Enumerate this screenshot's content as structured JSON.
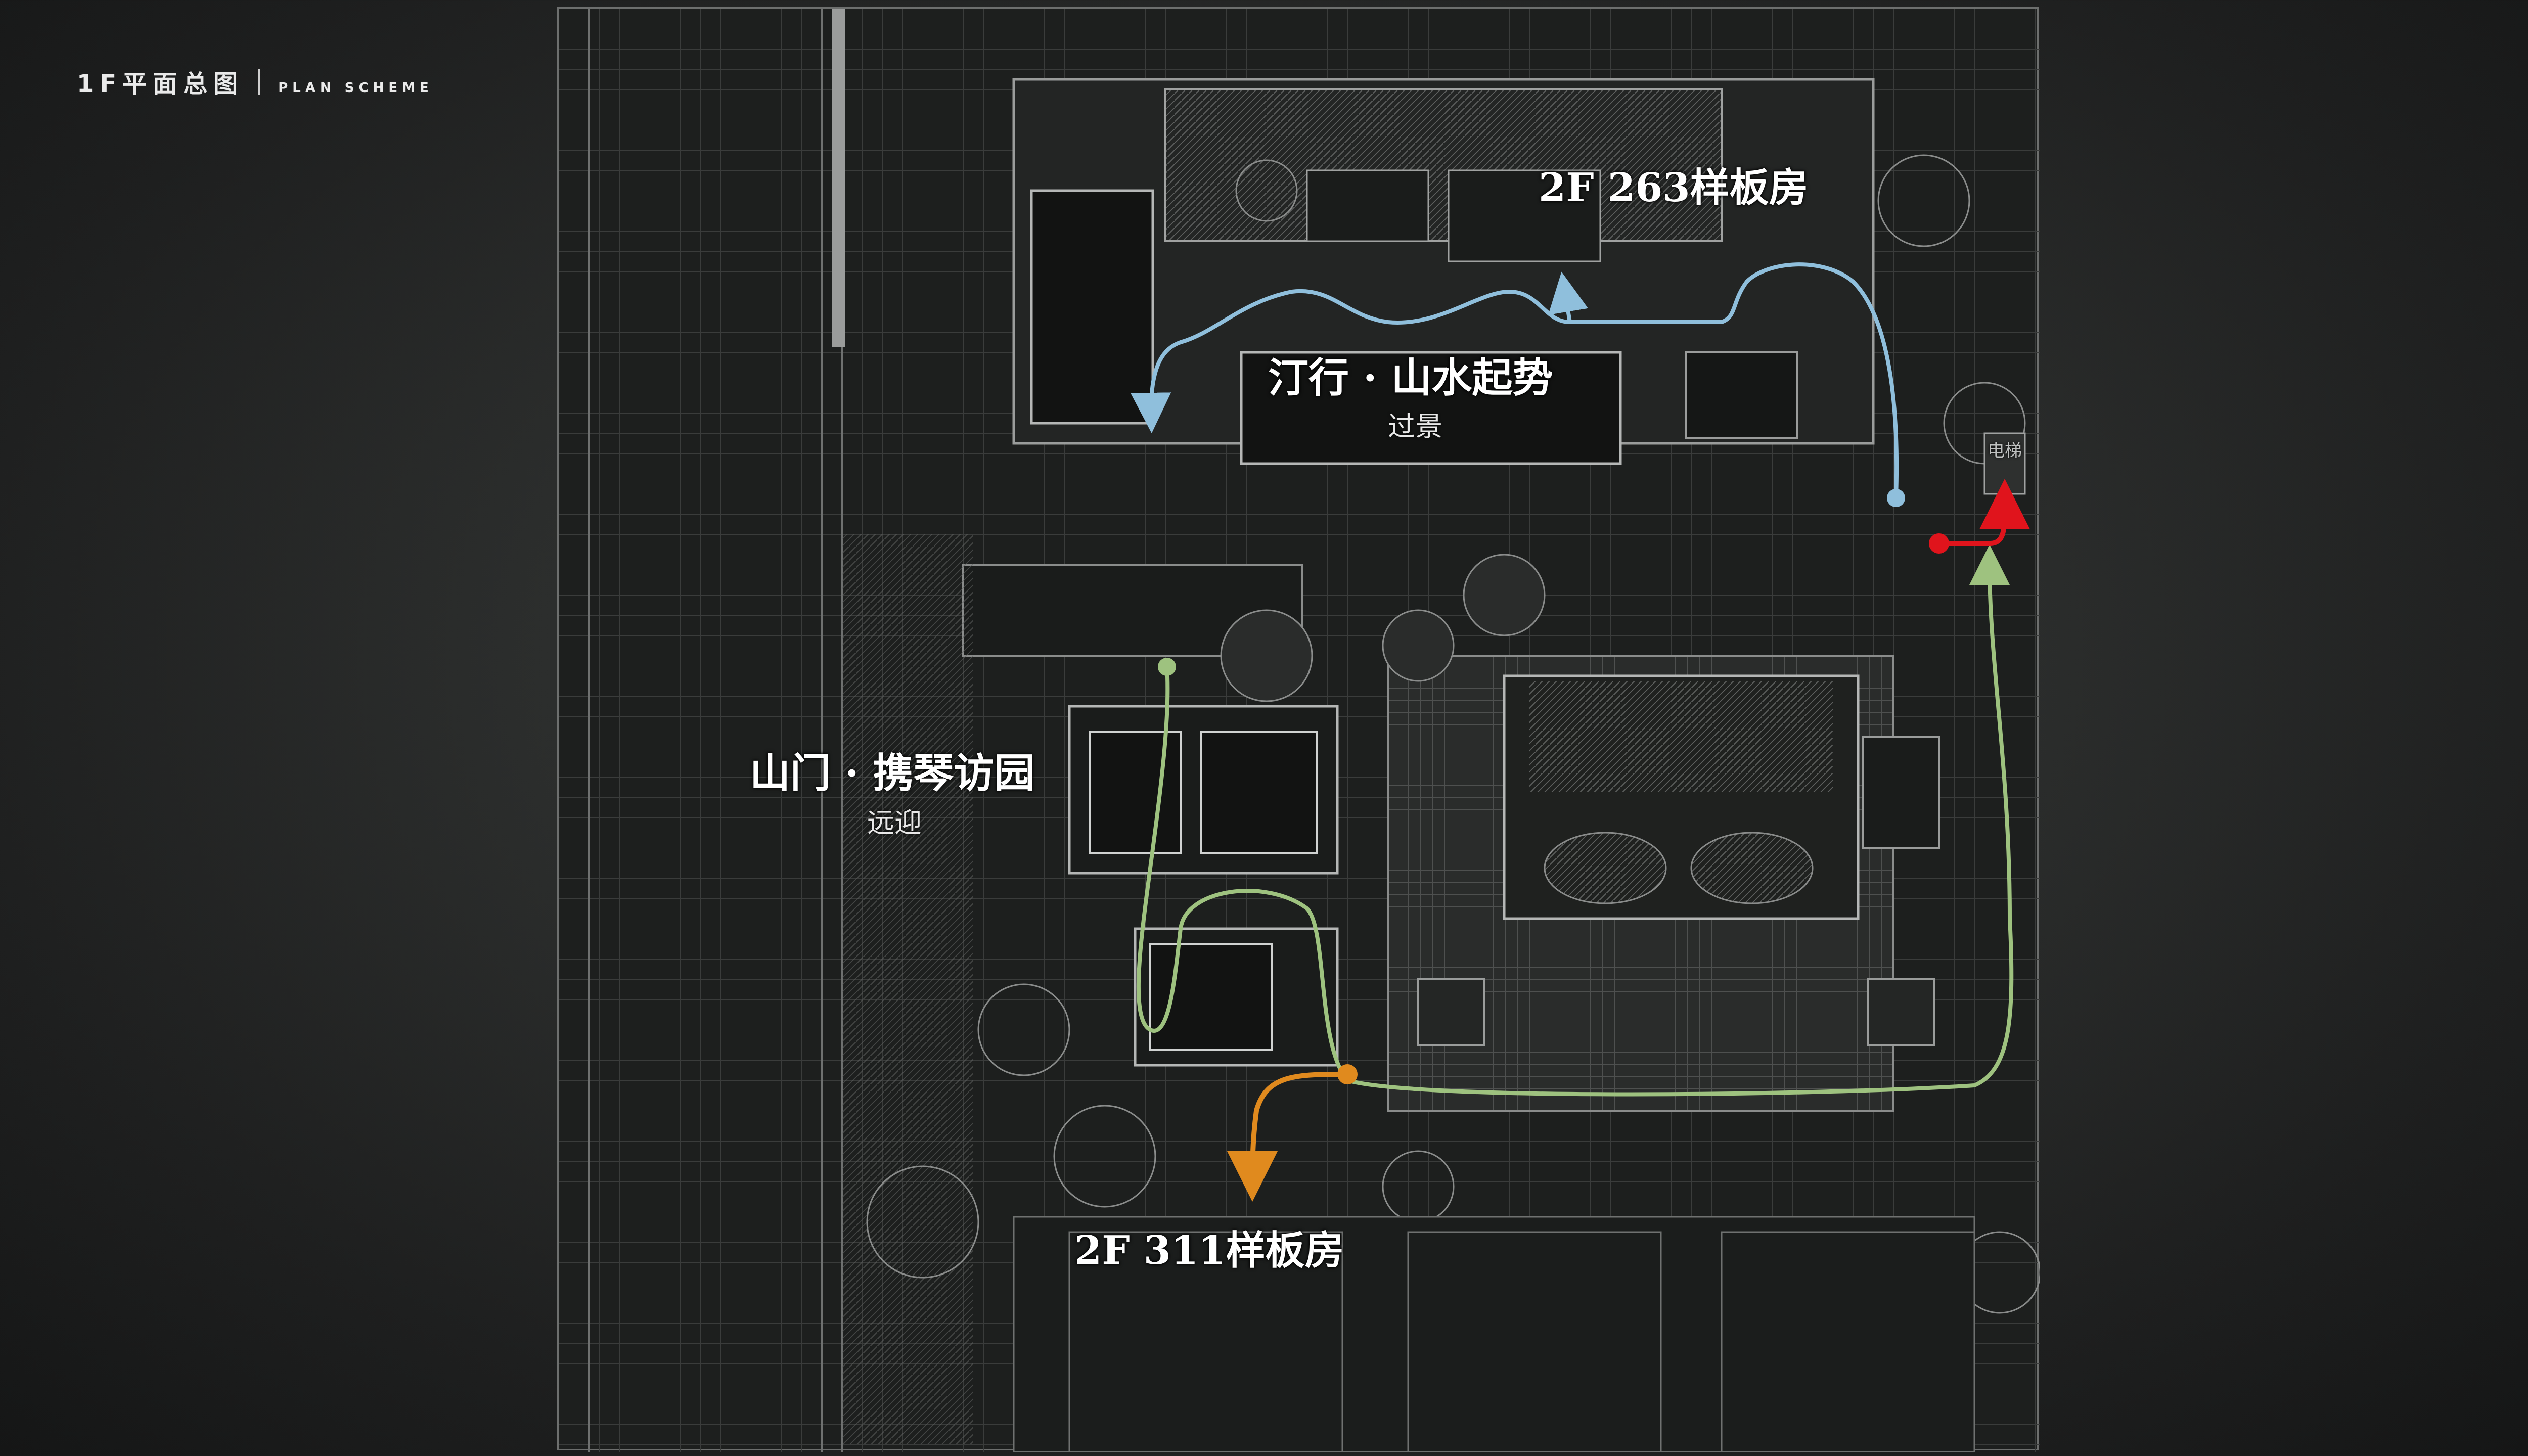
{
  "header": {
    "title": "1F平面总图",
    "subtitle": "PLAN SCHEME"
  },
  "labels": {
    "top_model_room": "2F 263样板房",
    "north_zone_title": "汀行 · 山水起势",
    "north_zone_sub": "过景",
    "west_zone_title": "山门 · 携琴访园",
    "west_zone_sub": "远迎",
    "bottom_model_room": "2F 311样板房",
    "elevator_tag": "电梯"
  },
  "colors": {
    "route_blue": "#8fbfdc",
    "route_green": "#9ec27f",
    "route_orange": "#e08a1e",
    "route_red": "#e0141c",
    "linework": "#8a8c8b",
    "hatch": "#5c5e5d"
  },
  "icons": [
    "north-arrow-free",
    "tree-symbol",
    "route-start-dot",
    "route-arrowhead"
  ]
}
